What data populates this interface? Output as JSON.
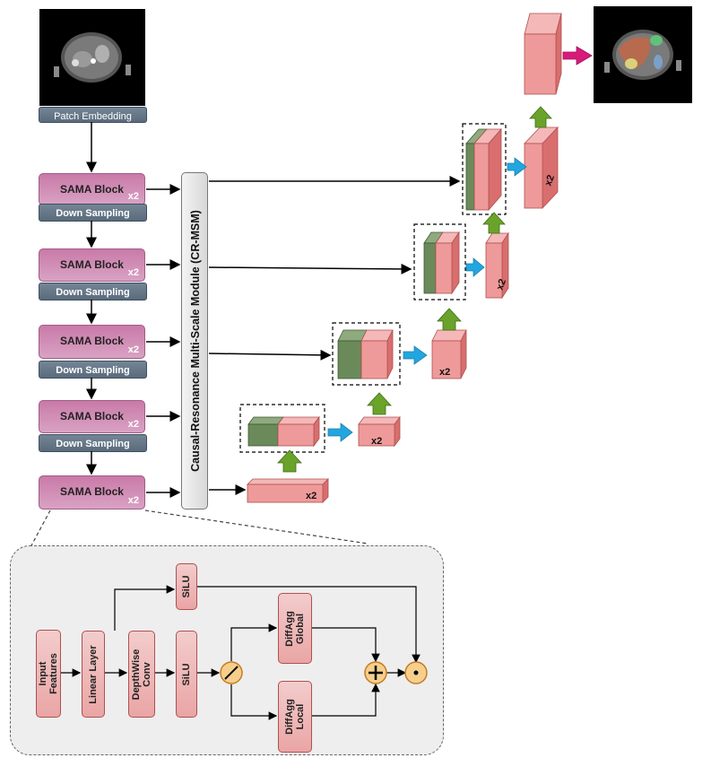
{
  "encoder": {
    "patch_embedding": "Patch Embedding",
    "down_sampling": "Down Sampling",
    "blocks": [
      {
        "label": "SAMA Block",
        "repeat": "x2"
      },
      {
        "label": "SAMA Block",
        "repeat": "x2"
      },
      {
        "label": "SAMA Block",
        "repeat": "x2"
      },
      {
        "label": "SAMA Block",
        "repeat": "x2"
      },
      {
        "label": "SAMA Block",
        "repeat": "x2"
      }
    ]
  },
  "crmsm": {
    "label": "Causal-Resonance Multi-Scale Module (CR-MSM)"
  },
  "decoder": {
    "repeat_labels": [
      "x2",
      "x2",
      "x2",
      "x2",
      "x2"
    ]
  },
  "sama_detail": {
    "input_features": "Input\nFeatures",
    "linear_layer": "Linear Layer",
    "depthwise_conv": "DepthWise\nConv",
    "silu_1": "SiLU",
    "silu_2": "SiLU",
    "diffagg_global": "DiffAgg\nGlobal",
    "diffagg_local": "DiffAgg\nLocal"
  },
  "colors": {
    "feature_red": "#e98a8a",
    "feature_green": "#6b8a5a",
    "up_arrow_green": "#6aa32a",
    "right_arrow_blue": "#22a6e0",
    "output_arrow_magenta": "#d81b7a",
    "sama_block_pink": "#cf88b3",
    "label_box_gray": "#66778a"
  }
}
